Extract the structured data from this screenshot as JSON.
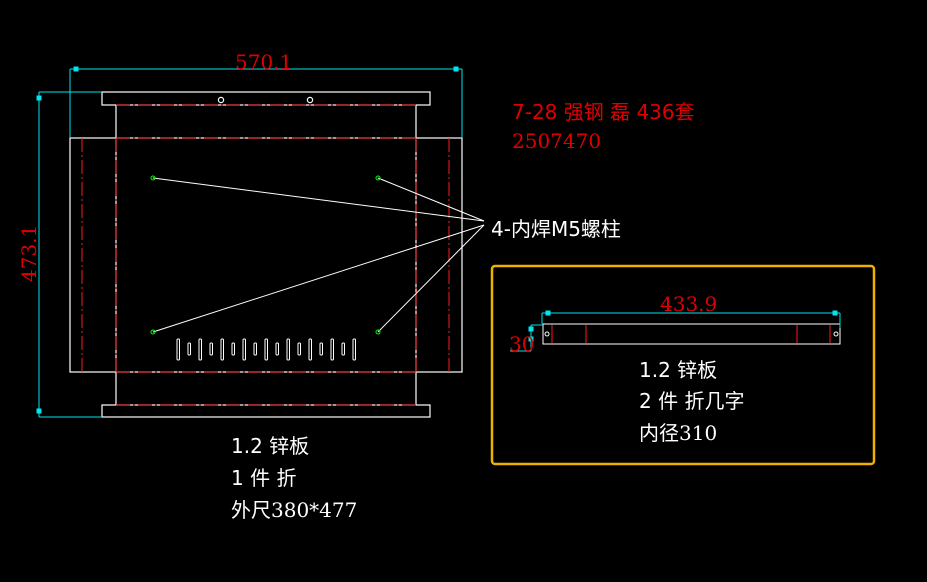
{
  "colors": {
    "background": "#000000",
    "outline": "#ffffff",
    "centerline": "#ff0000",
    "dimension": "#00e5ee",
    "dim_text": "#e00000",
    "screw": "#00ff00",
    "highlight_box": "#f0b000"
  },
  "main_view": {
    "width_dim": "570.1",
    "height_dim": "473.1",
    "callout": "4-内焊M5螺柱",
    "notes": [
      "1.2 锌板",
      "1  件  折",
      "外尺380*477"
    ]
  },
  "header_note": {
    "line1": "7-28 强钢 磊 436套",
    "line2": "2507470"
  },
  "side_view": {
    "length_dim": "433.9",
    "height_dim": "30",
    "notes": [
      "1.2 锌板",
      "2  件  折几字",
      "内径310"
    ]
  }
}
